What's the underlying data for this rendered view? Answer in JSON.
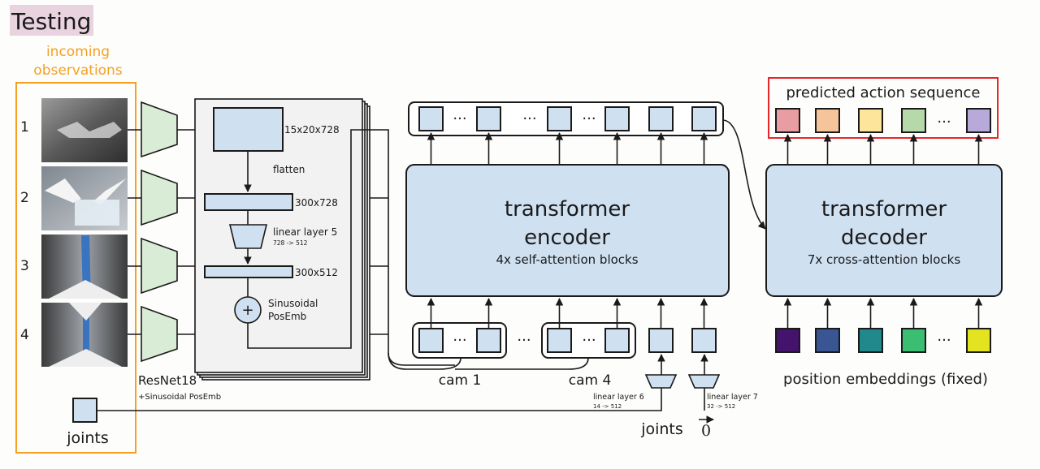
{
  "title": "Testing",
  "colors": {
    "title_bg": "#e9d3de",
    "observations_accent": "#f5a020",
    "token_fill": "#cfe0f1",
    "backbone_fill": "#d9ecd5",
    "stack_fill": "#f2f2f2",
    "prediction_border": "#e8262a"
  },
  "observations": {
    "label_line1": "incoming",
    "label_line2": "observations",
    "cameras": [
      {
        "index": "1"
      },
      {
        "index": "2"
      },
      {
        "index": "3"
      },
      {
        "index": "4"
      }
    ],
    "joints_label": "joints"
  },
  "backbone": {
    "label": "ResNet18",
    "sublabel": "+Sinusoidal PosEmb"
  },
  "feature_stack": {
    "feature_map_dims": "15x20x728",
    "flatten_label": "flatten",
    "flattened_dims": "300x728",
    "linear5_label": "linear layer 5",
    "linear5_dims": "728 -> 512",
    "projected_dims": "300x512",
    "posemb_line1": "Sinusoidal",
    "posemb_line2": "PosEmb",
    "plus_symbol": "+"
  },
  "encoder": {
    "title_line1": "transformer",
    "title_line2": "encoder",
    "subtitle": "4x self-attention blocks",
    "ellipsis": "···",
    "cam1_label": "cam 1",
    "cam4_label": "cam 4",
    "linear6_label": "linear layer 6",
    "linear6_dims": "14 -> 512",
    "linear7_label": "linear layer 7",
    "linear7_dims": "32 -> 512",
    "joints_input": "joints",
    "zero_vector": "0"
  },
  "decoder": {
    "title_line1": "transformer",
    "title_line2": "decoder",
    "subtitle": "7x cross-attention blocks",
    "output_label": "predicted action sequence",
    "output_colors": [
      "#e79da2",
      "#f6c49a",
      "#fde59b",
      "#b5d9a9",
      "#b7a9d9"
    ],
    "position_label": "position embeddings (fixed)",
    "position_colors": [
      "#44136b",
      "#3a5593",
      "#21898c",
      "#3bbd72",
      "#e4e31f"
    ],
    "ellipsis": "···"
  }
}
